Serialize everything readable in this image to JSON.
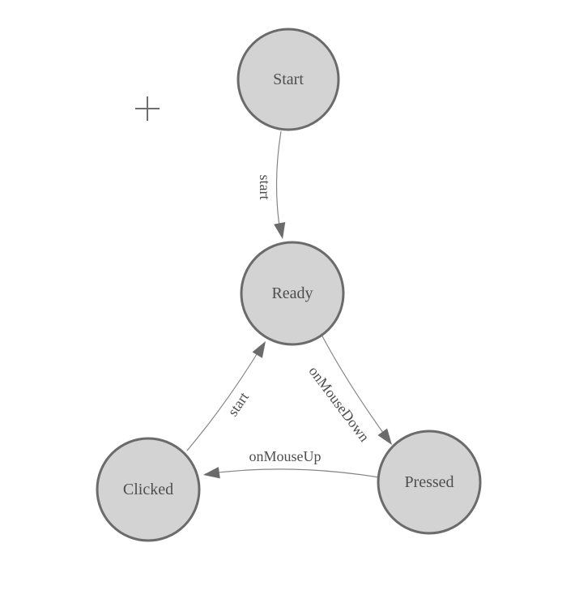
{
  "canvas": {
    "background": "#ffffff",
    "crosshair_marker": "+"
  },
  "diagram": {
    "kind": "state-machine",
    "nodes": [
      {
        "id": "start",
        "label": "Start"
      },
      {
        "id": "ready",
        "label": "Ready"
      },
      {
        "id": "clicked",
        "label": "Clicked"
      },
      {
        "id": "pressed",
        "label": "Pressed"
      }
    ],
    "edges": [
      {
        "from": "Start",
        "to": "Ready",
        "label": "start"
      },
      {
        "from": "Ready",
        "to": "Pressed",
        "label": "onMouseDown"
      },
      {
        "from": "Pressed",
        "to": "Clicked",
        "label": "onMouseUp"
      },
      {
        "from": "Clicked",
        "to": "Ready",
        "label": "start"
      }
    ],
    "colors": {
      "node_fill": "#d3d3d3",
      "node_stroke": "#6b6b6b",
      "edge_line": "#868686",
      "arrowhead": "#6b6b6b",
      "label_text": "#4e4e4e",
      "crosshair": "#6e6e6e"
    }
  }
}
